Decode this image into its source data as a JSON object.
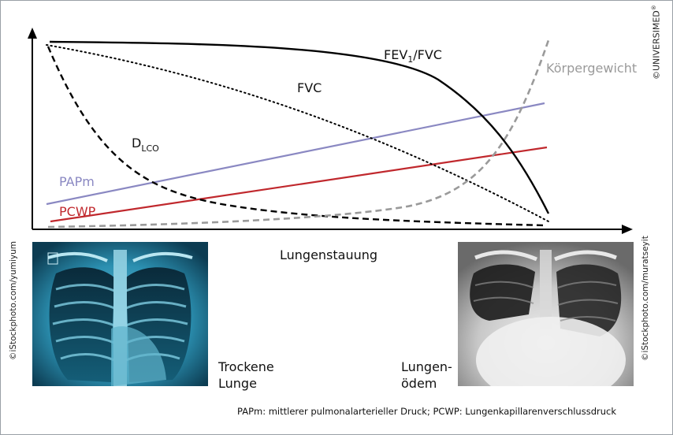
{
  "labels": {
    "fev1_fvc": "FEV1/FVC",
    "fev1_fvc_main": "FEV",
    "fev1_fvc_sub": "1",
    "fev1_fvc_rest": "/FVC",
    "fvc": "FVC",
    "dlco_main": "D",
    "dlco_sub": "LCO",
    "koerpergewicht": "Körpergewicht",
    "papm": "PAPm",
    "pcwp": "PCWP",
    "x_axis": "Lungenstauung",
    "trockene": [
      "Trockene",
      "Lunge"
    ],
    "oedem": [
      "Lungen-",
      "ödem"
    ],
    "footnote": "PAPm: mittlerer pulmonalarterieller Druck; PCWP: Lungenkapillarenverschlussdruck"
  },
  "credits": {
    "universimed": "©UNIVERSIMED",
    "universimed_mark": "®",
    "left_photo": "©iStockphoto.com/yumiyum",
    "right_photo": "©iStockphoto.com/muratseyit"
  },
  "colors": {
    "black": "#000000",
    "papm": "#8a88c2",
    "pcwp": "#c0282d",
    "koerpergewicht": "#9a9a9a",
    "xray_blue": "#2b8fb0",
    "xray_gray": "#bdbdbd"
  }
}
